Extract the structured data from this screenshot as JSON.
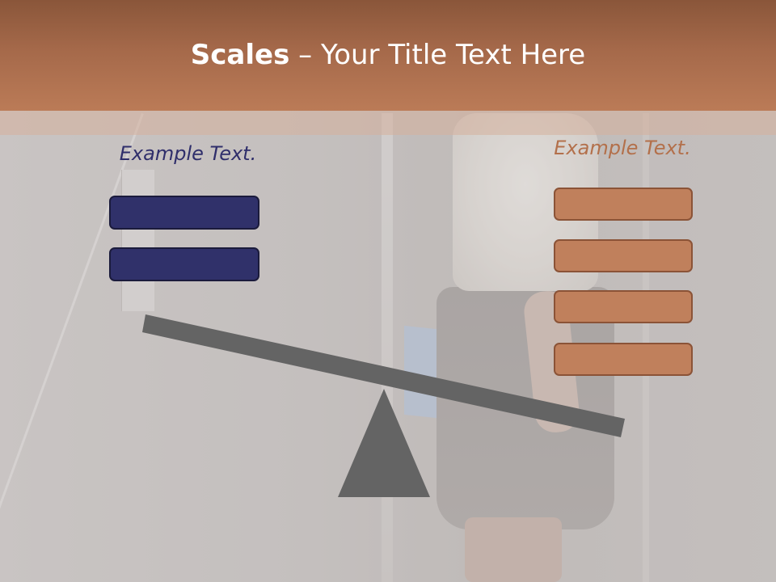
{
  "title": {
    "bold": "Scales",
    "rest": " – Your Title Text Here"
  },
  "left": {
    "label": "Example Text.",
    "box_count": 2
  },
  "right": {
    "label": "Example Text.",
    "box_count": 4
  },
  "colors": {
    "title_bar": "#a5694a",
    "left_label": "#2f2e6b",
    "left_box": "#30316a",
    "right_label": "#b3704b",
    "right_box": "#c0805c",
    "beam": "#646464",
    "fulcrum": "#646464"
  }
}
